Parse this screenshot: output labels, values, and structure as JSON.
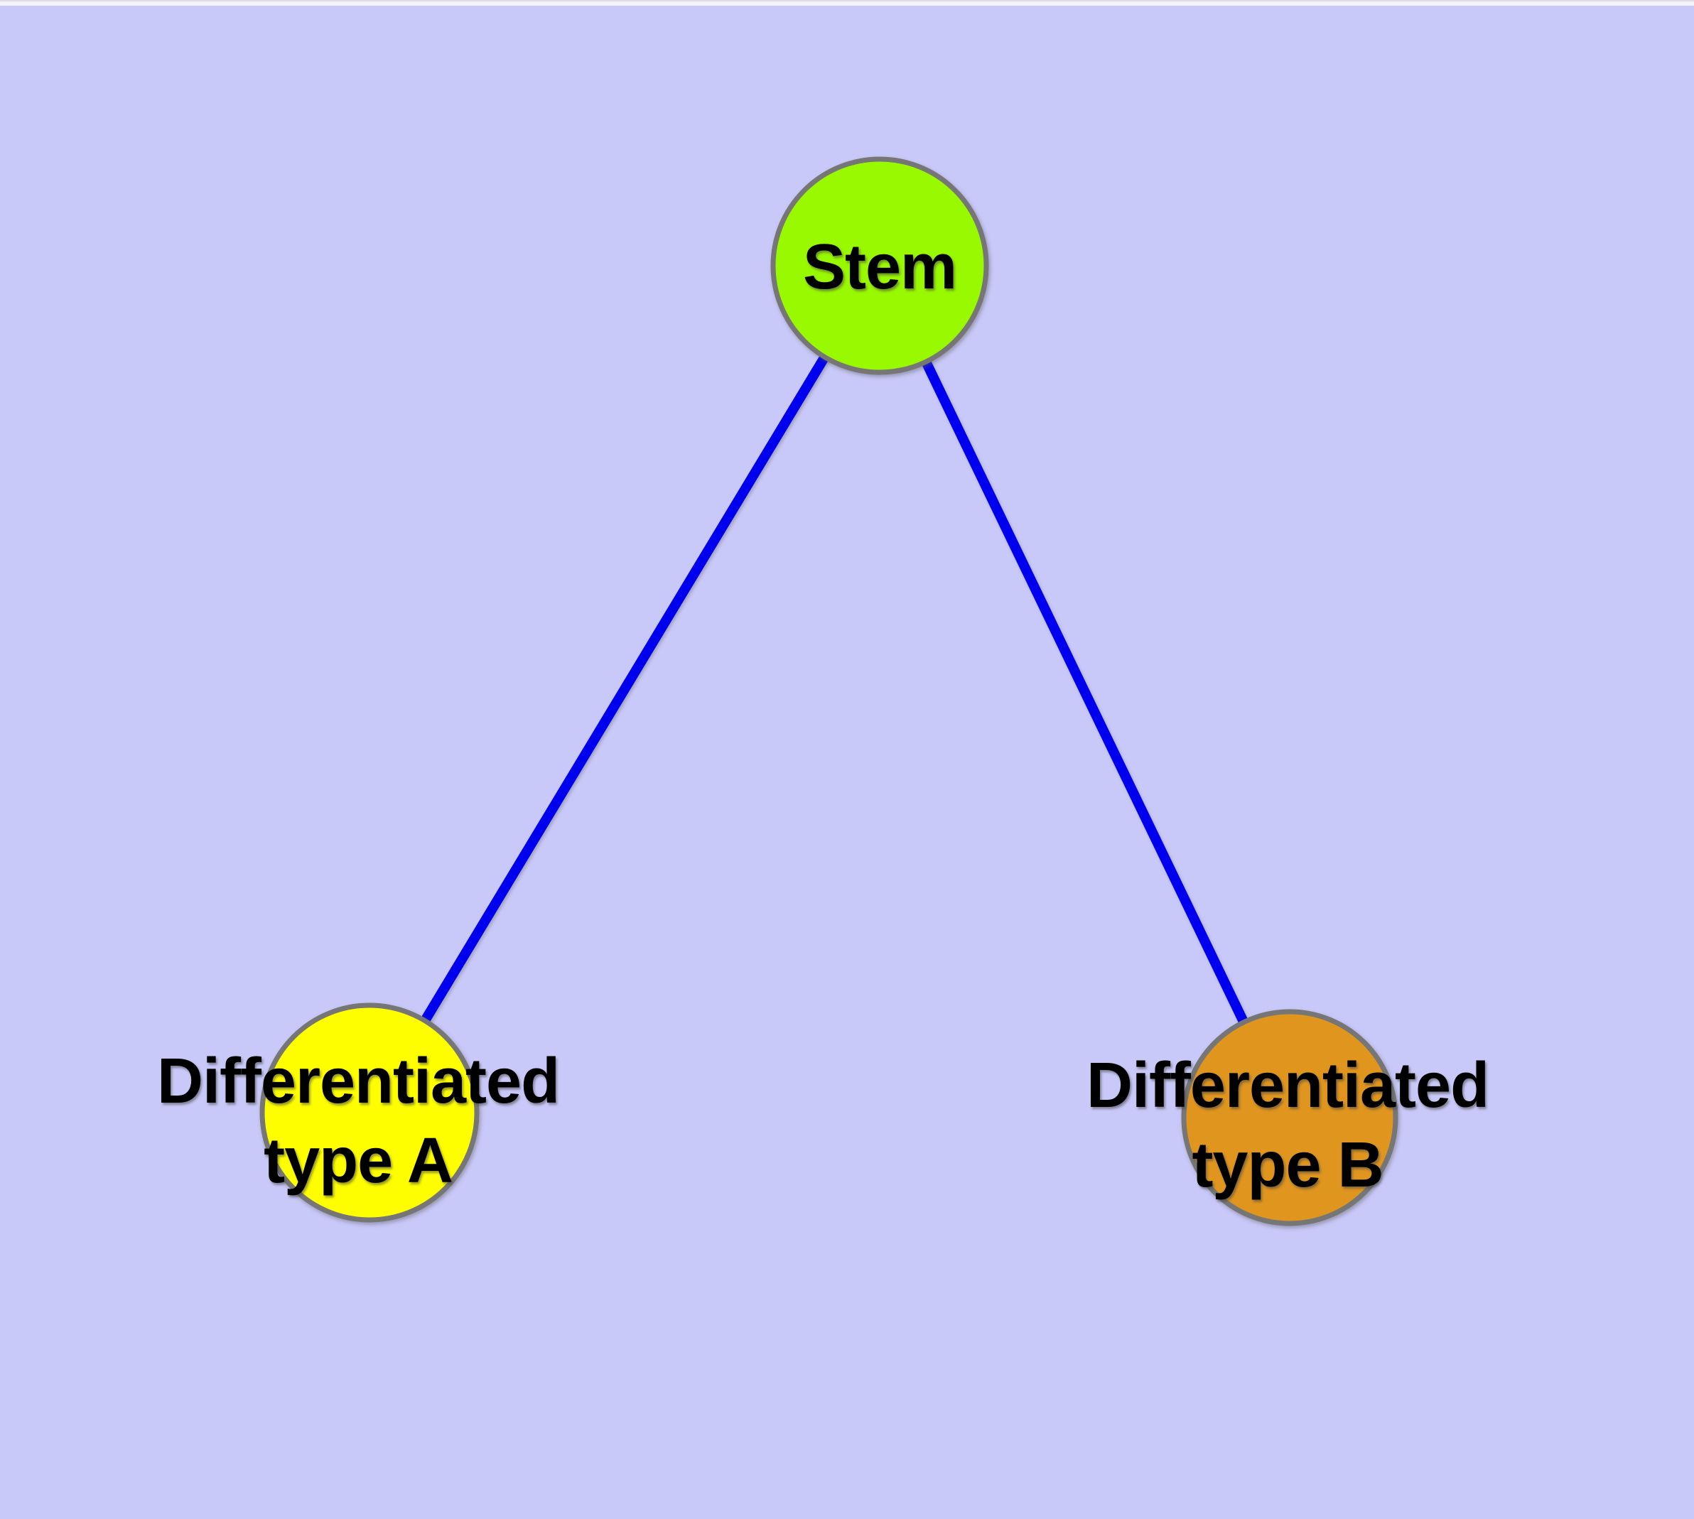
{
  "diagram": {
    "type": "node-link-graph",
    "background_color": "#c9c9f9",
    "edge_color": "#0000ee",
    "node_border_color": "#767676",
    "text_color": "#000000",
    "nodes": {
      "stem": {
        "label": "Stem",
        "fill": "#99f900"
      },
      "type_a": {
        "label_line1": "Differentiated",
        "label_line2": "type A",
        "fill": "#fefe00"
      },
      "type_b": {
        "label_line1": "Differentiated",
        "label_line2": "type B",
        "fill": "#e0961e"
      }
    },
    "edges": [
      {
        "from": "Stem",
        "to": "Differentiated type A"
      },
      {
        "from": "Stem",
        "to": "Differentiated type B"
      }
    ]
  }
}
